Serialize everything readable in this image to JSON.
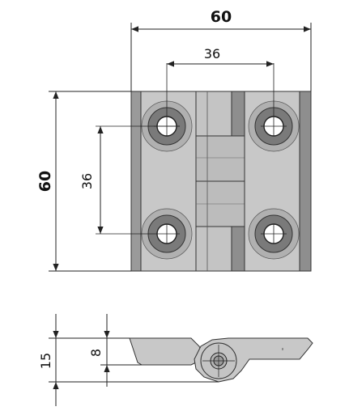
{
  "front_view": {
    "overall_width": "60",
    "hole_spacing_horizontal": "36",
    "overall_height": "60",
    "hole_spacing_vertical": "36"
  },
  "side_view": {
    "total_thickness": "15",
    "leaf_thickness": "8"
  },
  "colors": {
    "leaf": "#c8c8c8",
    "leaf_dark": "#8e8e8e",
    "leaf_mid": "#a9a9a9",
    "knuckle": "#bdbdbd",
    "outline": "#333333"
  }
}
